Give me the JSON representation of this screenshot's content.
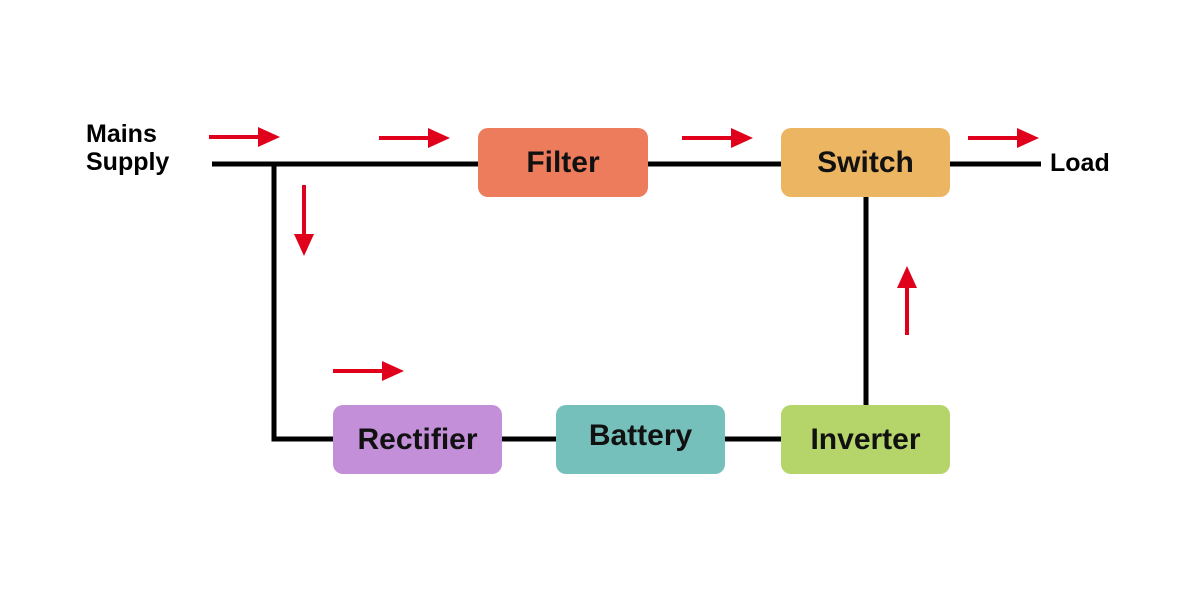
{
  "diagram": {
    "title": "UPS Block Diagram",
    "input_label_line1": "Mains",
    "input_label_line2": "Supply",
    "output_label": "Load",
    "blocks": [
      {
        "id": "filter",
        "label": "Filter",
        "color": "#ec7c5c"
      },
      {
        "id": "switch",
        "label": "Switch",
        "color": "#ebb562"
      },
      {
        "id": "rectifier",
        "label": "Rectifier",
        "color": "#c38fd9"
      },
      {
        "id": "battery",
        "label": "Battery",
        "color": "#76c0bc"
      },
      {
        "id": "inverter",
        "label": "Inverter",
        "color": "#b5d46a"
      }
    ],
    "connections": [
      {
        "from": "mains-supply",
        "to": "filter"
      },
      {
        "from": "filter",
        "to": "switch"
      },
      {
        "from": "switch",
        "to": "load"
      },
      {
        "from": "mains-supply",
        "to": "rectifier"
      },
      {
        "from": "rectifier",
        "to": "battery"
      },
      {
        "from": "battery",
        "to": "inverter"
      },
      {
        "from": "inverter",
        "to": "switch"
      }
    ],
    "flow_arrows": [
      "right",
      "right",
      "right",
      "right",
      "down",
      "right",
      "up"
    ],
    "arrow_color": "#e0001b",
    "wire_color": "#000000"
  }
}
